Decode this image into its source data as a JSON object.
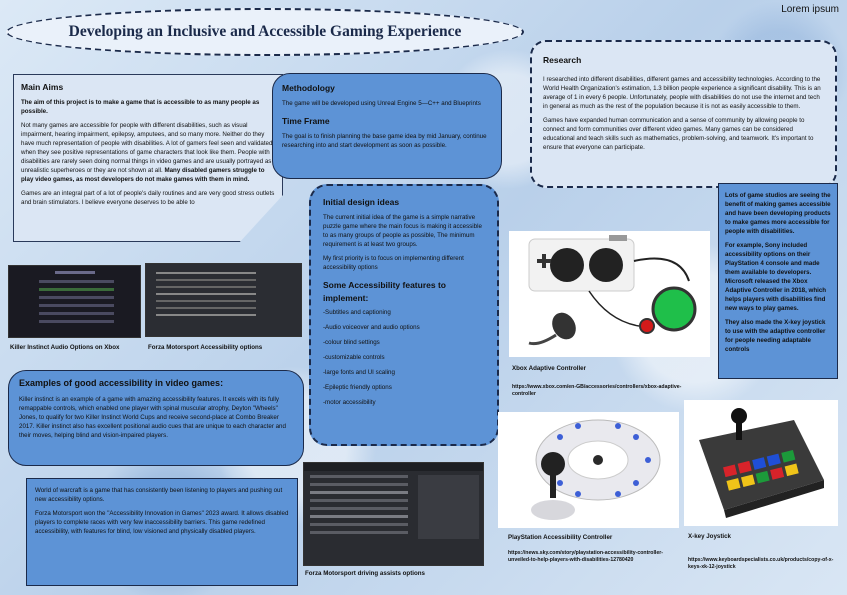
{
  "header": {
    "title": "Developing an Inclusive and Accessible Gaming Experience",
    "corner_text": "Lorem ipsum"
  },
  "main_aims": {
    "heading": "Main Aims",
    "lead": "The aim of this project is to make a game that is accessible to as many people as possible.",
    "p1": "Not many games are accessible for people with different disabilities, such as visual impairment, hearing impairment, epilepsy, amputees, and so many more. Neither do they have much representation of people with disabilities. A lot of gamers feel seen and validated when they see positive representations of game characters that look like them. People with disabilities are rarely seen doing normal things in video games and are usually portrayed as unrealistic superheroes or they are not shown at all.",
    "p1_bold": "Many disabled gamers struggle to play video games, as most developers do not make games with them in mind.",
    "p2": "Games are an integral part of a lot of people's daily routines and are very good stress outlets and brain stimulators. I believe everyone deserves to be able to"
  },
  "methodology": {
    "heading": "Methodology",
    "text": "The game will be developed using Unreal Engine 5—C++ and Blueprints",
    "timeframe_heading": "Time Frame",
    "timeframe_text": "The goal is to finish planning the base game idea by mid January, continue researching into  and start development as soon as possible."
  },
  "research": {
    "heading": "Research",
    "p1": "I researched into different disabilities, different games and accessibility technologies. According to the World Health Organization's estimation, 1.3 billion people experience a significant disability. This is an average of 1 in every 6 people. Unfortunately, people with disabilities do not use the internet and tech in general as much as the rest of the population because it is not as easily accessible to them.",
    "p2": "Games have expanded human communication and a sense of community by allowing people to connect and form communities over different video games. Many games can be considered educational and teach skills such as mathematics, problem-solving, and teamwork. It's important to ensure that everyone can participate."
  },
  "initial_ideas": {
    "heading": "Initial design ideas",
    "p1": "The current initial idea of the game is a simple narrative puzzle game where the main focus is making it accessible to as many groups of people as possible, The minimum requirement is at least two groups.",
    "p2": "My first priority is to focus on implementing different accessibility options",
    "features_heading": "Some Accessibility features to implement:",
    "features": [
      "-Subtitles and captioning",
      "-Audio voiceover and audio options",
      "-colour blind settings",
      "-customizable controls",
      "-large fonts and UI scaling",
      "-Epileptic friendly options",
      "-motor accessibility"
    ]
  },
  "studios": {
    "p1": "Lots of game studios are seeing the benefit of making games accessible and have been developing products to make games more accessible for people with disabilities.",
    "p2": "For example, Sony included accessibility options on their PlayStation 4 console and made them available to developers. Microsoft released the Xbox Adaptive Controller in 2018, which helps players with disabilities find new ways to play games.",
    "p3": "They also made the X-key joystick to use with the adaptive controller for people needing adaptable controls"
  },
  "examples": {
    "heading": "Examples of good accessibility in video games:",
    "text": "Killer instinct is an example of a game with amazing accessibility features. It excels with its fully remappable controls, which enabled one player with spinal muscular atrophy, Deyton \"Wheels\" Jones, to qualify for two Killer Instinct World Cups and receive second-place at Combo Breaker 2017.   Killer instinct also has excellent positional audio cues that are unique to each character and their moves, helping blind and vision-impaired players."
  },
  "wow": {
    "p1": "World of warcraft is a game that has consistently been listening to players and pushing out new accessibility options.",
    "p2": "Forza  Motorsport won the \"Accessibility Innovation in Games\" 2023 award. It allows disabled players to complete races with very few inaccessibility barriers. This game redefined accessibility, with features for blind, low visioned and physically disabled players."
  },
  "captions": {
    "killer_instinct": "Killer Instinct Audio Options on Xbox",
    "forza_accessibility": "Forza Motorsport Accessibility options",
    "forza_driving": "Forza  Motorsport driving assists options",
    "xbox_controller": "Xbox Adaptive Controller",
    "ps_controller": "PlayStation Accessibility Controller",
    "xkey": "X-key Joystick"
  },
  "urls": {
    "xbox": "https://www.xbox.com/en-GB/accessories/controllers/xbox-adaptive-controller",
    "ps": "https://news.sky.com/story/playstation-accessibility-controller-unveiled-to-help-players-with-disabilities-12780420",
    "xkey": "https://www.keyboardspecialists.co.uk/products/copy-of-x-keys-xk-12-joystick"
  },
  "colors": {
    "accent_blue": "#5d93d6",
    "panel_light": "#dbe6f4",
    "navy": "#1b2a4a"
  }
}
